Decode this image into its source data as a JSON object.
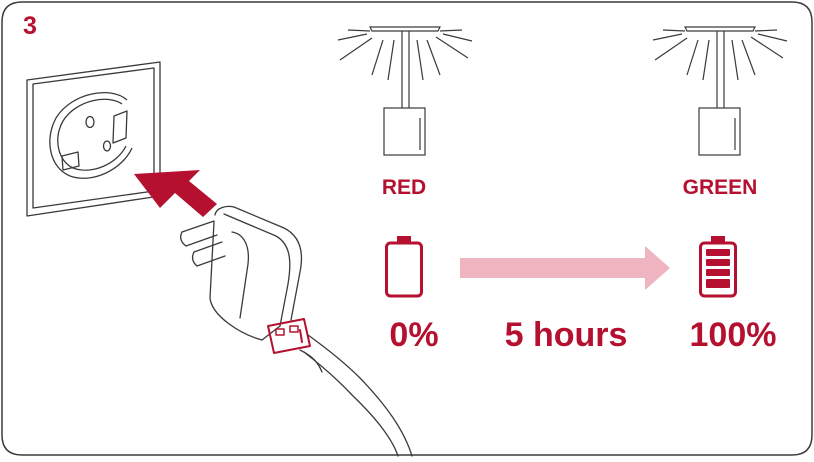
{
  "step_number": "3",
  "states": {
    "start_label": "RED",
    "end_label": "GREEN"
  },
  "charge": {
    "start_percent": "0%",
    "end_percent": "100%",
    "duration": "5 hours"
  },
  "colors": {
    "accent": "#b5102f",
    "arrow_light": "#eeb5c0",
    "frame": "#3a3a3a"
  },
  "icons": {
    "socket": "wall-socket-icon",
    "plug_in": "plug-in-arrow-icon",
    "charger": "usb-wall-charger-icon",
    "light": "pendant-light-icon",
    "battery_empty": "battery-empty-icon",
    "battery_full": "battery-full-icon",
    "progress": "progress-arrow-icon"
  }
}
